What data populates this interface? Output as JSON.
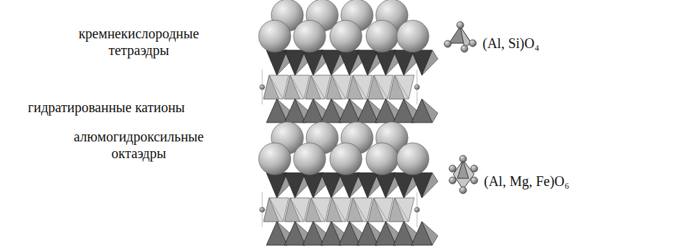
{
  "diagram": {
    "labels": [
      "кремнекислородные тетраэдры",
      "(Al, Si)O₄",
      "гидратированные катионы",
      "алюмогидроксильные октаэдры",
      "(Al, Mg, Fe)O₆"
    ]
  }
}
